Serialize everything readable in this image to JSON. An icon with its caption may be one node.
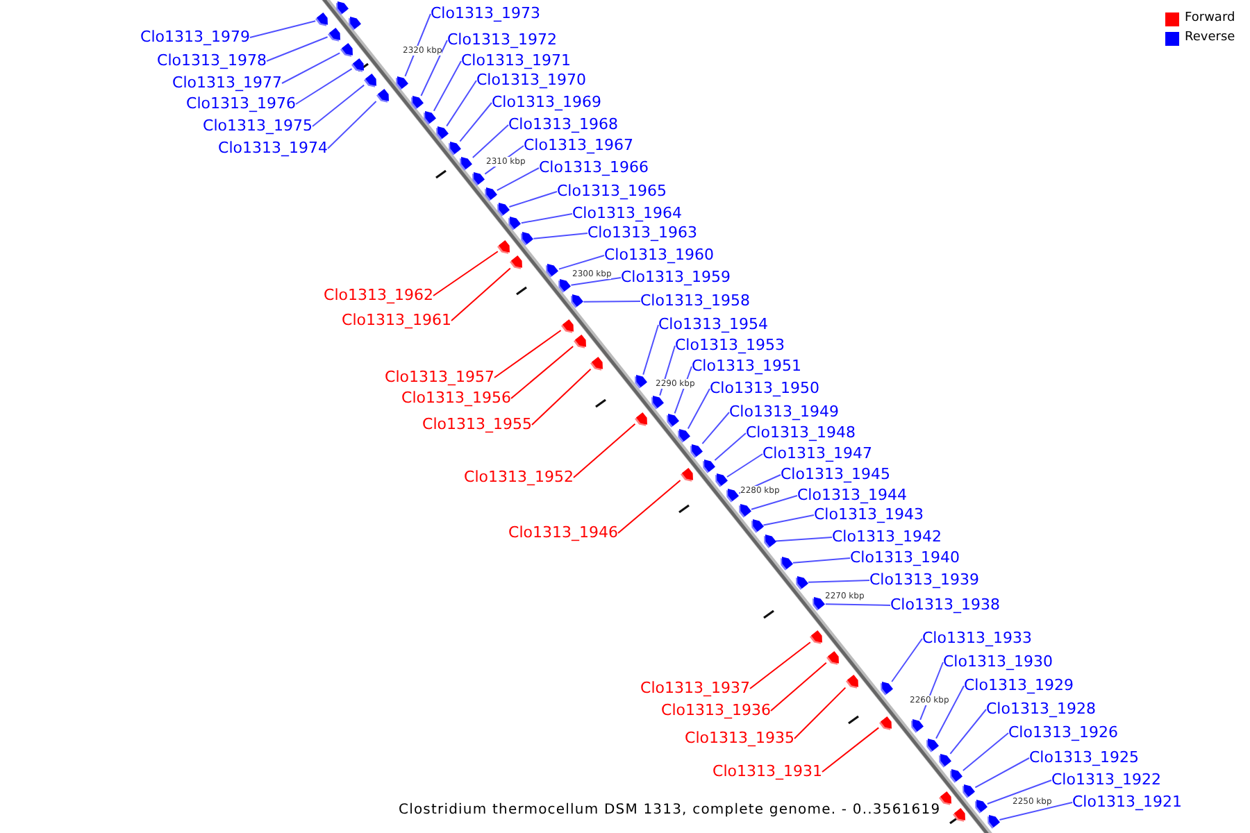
{
  "diagram": {
    "caption": "Clostridium thermocellum DSM 1313, complete genome. - 0..3561619",
    "nodes": [
      {
        "text": [
          "Clo1313_1973"
        ]
      },
      {
        "text": [],
        "shape": "box"
      },
      {
        "text": [
          "Clo1313_1979"
        ]
      },
      {
        "text": [],
        "shape": "box"
      },
      {
        "text": [
          "Clo1313_1972"
        ]
      },
      {
        "text": [],
        "shape": "box"
      },
      {
        "text": [
          "Clo1313_1978"
        ]
      },
      {
        "text": [],
        "shape": "box"
      },
      {
        "text": [
          "Clo1313_1971"
        ]
      },
      {
        "text": [],
        "shape": "box"
      },
      {
        "text": [
          "Clo1313_1970"
        ]
      },
      {
        "text": [],
        "shape": "box"
      },
      {
        "text": [
          "Clo1313_1977"
        ]
      },
      {
        "text": [],
        "shape": "box"
      },
      {
        "text": [
          "Clo1313_1969"
        ]
      },
      {
        "text": [],
        "shape": "box"
      },
      {
        "text": [
          "Clo1313_1976"
        ]
      },
      {
        "text": [],
        "shape": "box"
      },
      {
        "text": [
          "Clo1313_1968"
        ]
      },
      {
        "text": [],
        "shape": "box"
      },
      {
        "text": [
          "Clo1313_1975"
        ]
      },
      {
        "text": [],
        "shape": "box"
      },
      {
        "text": [
          "Clo1313_1967"
        ]
      },
      {
        "text": [],
        "shape": "box"
      },
      {
        "text": [
          "Clo1313_1974"
        ]
      },
      {
        "text": [],
        "shape": "box"
      },
      {
        "text": [
          "Clo1313_1966"
        ]
      },
      {
        "text": [],
        "shape": "box"
      },
      {
        "text": [
          "Clo1313_1965"
        ]
      },
      {
        "text": [],
        "shape": "box"
      },
      {
        "text": [
          "Clo1313_1964"
        ]
      },
      {
        "text": [],
        "shape": "box"
      },
      {
        "text": [
          "Clo1313_1963"
        ]
      },
      {
        "text": [],
        "shape": "box"
      },
      {
        "text": [
          "Clo1313_1960"
        ]
      },
      {
        "text": [],
        "shape": "box"
      },
      {
        "text": [
          "Clo1313_1959"
        ]
      },
      {
        "text": [],
        "shape": "box"
      },
      {
        "text": [
          "Clo1313_1962"
        ]
      },
      {
        "text": [],
        "shape": "box"
      },
      {
        "text": [
          "Clo1313_1958"
        ]
      },
      {
        "text": [],
        "shape": "box"
      },
      {
        "text": [
          "Clo1313_1961"
        ]
      },
      {
        "text": [],
        "shape": "box"
      },
      {
        "text": [
          "Clo1313_1954"
        ]
      },
      {
        "text": [],
        "shape": "box"
      },
      {
        "text": [
          "Clo1313_1953"
        ]
      },
      {
        "text": [],
        "shape": "box"
      },
      {
        "text": [
          "Clo1313_1951"
        ]
      },
      {
        "text": [],
        "shape": "box"
      },
      {
        "text": [
          "Clo1313_1957"
        ]
      },
      {
        "text": [],
        "shape": "box"
      },
      {
        "text": [
          "Clo1313_1950"
        ]
      },
      {
        "text": [],
        "shape": "box"
      },
      {
        "text": [
          "Clo1313_1956"
        ]
      },
      {
        "text": [],
        "shape": "box"
      },
      {
        "text": [
          "Clo1313_1949"
        ]
      },
      {
        "text": [],
        "shape": "box"
      },
      {
        "text": [
          "Clo1313_1955"
        ]
      },
      {
        "text": [],
        "shape": "box"
      },
      {
        "text": [
          "Clo1313_1948"
        ]
      },
      {
        "text": [],
        "shape": "box"
      },
      {
        "text": [
          "Clo1313_1947"
        ]
      },
      {
        "text": [],
        "shape": "box"
      },
      {
        "text": [
          "Clo1313_1945"
        ]
      },
      {
        "text": [],
        "shape": "box"
      },
      {
        "text": [
          "Clo1313_1952"
        ]
      },
      {
        "text": [],
        "shape": "box"
      },
      {
        "text": [
          "Clo1313_1944"
        ]
      },
      {
        "text": [],
        "shape": "box"
      },
      {
        "text": [
          "Clo1313_1943"
        ]
      },
      {
        "text": [],
        "shape": "box"
      },
      {
        "text": [
          "Clo1313_1946"
        ]
      },
      {
        "text": [],
        "shape": "box"
      },
      {
        "text": [
          "Clo1313_1942"
        ]
      },
      {
        "text": [],
        "shape": "box"
      },
      {
        "text": [
          "Clo1313_1940"
        ]
      },
      {
        "text": [],
        "shape": "box"
      },
      {
        "text": [
          "Clo1313_1939"
        ]
      },
      {
        "text": [],
        "shape": "box"
      },
      {
        "text": [
          "Clo1313_1938"
        ]
      },
      {
        "text": [],
        "shape": "box"
      },
      {
        "text": [
          "Clo1313_1933"
        ]
      },
      {
        "text": [],
        "shape": "box"
      },
      {
        "text": [
          "Clo1313_1930"
        ]
      },
      {
        "text": [],
        "shape": "box"
      },
      {
        "text": [
          "Clo1313_1929"
        ]
      },
      {
        "text": [],
        "shape": "box"
      },
      {
        "text": [
          "Clo1313_1937"
        ]
      },
      {
        "text": [],
        "shape": "box"
      },
      {
        "text": [
          "Clo1313_1928"
        ]
      },
      {
        "text": [],
        "shape": "box"
      },
      {
        "text": [
          "Clo1313_1936"
        ]
      },
      {
        "text": [],
        "shape": "box"
      },
      {
        "text": [
          "Clo1313_1926"
        ]
      },
      {
        "text": [],
        "shape": "box"
      },
      {
        "text": [
          "Clo1313_1935"
        ]
      },
      {
        "text": [],
        "shape": "box"
      },
      {
        "text": [
          "Clo1313_1925"
        ]
      },
      {
        "text": [],
        "shape": "box"
      },
      {
        "text": [
          "Clo1313_1931"
        ]
      },
      {
        "text": [],
        "shape": "box"
      },
      {
        "text": [
          "Clo1313_1922"
        ]
      },
      {
        "text": [],
        "shape": "box"
      },
      {
        "text": [
          "Clo1313_1921"
        ]
      },
      {
        "text": [],
        "shape": "box"
      },
      {
        "text": [],
        "shape": "box"
      },
      {
        "text": [],
        "shape": "box"
      },
      {
        "text": [],
        "shape": "box"
      },
      {
        "text": [],
        "shape": "box"
      }
    ],
    "edges": [
      {
        "from": 0,
        "to": 1,
        "arrow": "none"
      },
      {
        "from": 2,
        "to": 3,
        "arrow": "none"
      },
      {
        "from": 4,
        "to": 5,
        "arrow": "none"
      },
      {
        "from": 6,
        "to": 7,
        "arrow": "none"
      },
      {
        "from": 8,
        "to": 9,
        "arrow": "none"
      },
      {
        "from": 10,
        "to": 11,
        "arrow": "none"
      },
      {
        "from": 12,
        "to": 13,
        "arrow": "none"
      },
      {
        "from": 14,
        "to": 15,
        "arrow": "none"
      },
      {
        "from": 16,
        "to": 17,
        "arrow": "none"
      },
      {
        "from": 18,
        "to": 19,
        "arrow": "none"
      },
      {
        "from": 20,
        "to": 21,
        "arrow": "none"
      },
      {
        "from": 22,
        "to": 23,
        "arrow": "none"
      },
      {
        "from": 24,
        "to": 25,
        "arrow": "none"
      },
      {
        "from": 26,
        "to": 27,
        "arrow": "none"
      },
      {
        "from": 28,
        "to": 29,
        "arrow": "none"
      },
      {
        "from": 30,
        "to": 31,
        "arrow": "none"
      },
      {
        "from": 32,
        "to": 33,
        "arrow": "none"
      },
      {
        "from": 34,
        "to": 35,
        "arrow": "none"
      },
      {
        "from": 36,
        "to": 37,
        "arrow": "none"
      },
      {
        "from": 38,
        "to": 39,
        "arrow": "none",
        "color": "#ff0000"
      },
      {
        "from": 40,
        "to": 41,
        "arrow": "none"
      },
      {
        "from": 42,
        "to": 43,
        "arrow": "none",
        "color": "#ff0000"
      },
      {
        "from": 44,
        "to": 45,
        "arrow": "none"
      },
      {
        "from": 46,
        "to": 47,
        "arrow": "none"
      },
      {
        "from": 48,
        "to": 49,
        "arrow": "none"
      },
      {
        "from": 50,
        "to": 51,
        "arrow": "none",
        "color": "#ff0000"
      },
      {
        "from": 52,
        "to": 53,
        "arrow": "none"
      },
      {
        "from": 54,
        "to": 55,
        "arrow": "none",
        "color": "#ff0000"
      },
      {
        "from": 56,
        "to": 57,
        "arrow": "none"
      },
      {
        "from": 58,
        "to": 59,
        "arrow": "none",
        "color": "#ff0000"
      },
      {
        "from": 60,
        "to": 61,
        "arrow": "none"
      },
      {
        "from": 62,
        "to": 63,
        "arrow": "none"
      },
      {
        "from": 64,
        "to": 65,
        "arrow": "none"
      },
      {
        "from": 66,
        "to": 67,
        "arrow": "none",
        "color": "#ff0000"
      },
      {
        "from": 68,
        "to": 69,
        "arrow": "none"
      },
      {
        "from": 70,
        "to": 71,
        "arrow": "none"
      },
      {
        "from": 72,
        "to": 73,
        "arrow": "none",
        "color": "#ff0000"
      },
      {
        "from": 74,
        "to": 75,
        "arrow": "none"
      },
      {
        "from": 76,
        "to": 77,
        "arrow": "none"
      },
      {
        "from": 78,
        "to": 79,
        "arrow": "none"
      },
      {
        "from": 80,
        "to": 81,
        "arrow": "none"
      },
      {
        "from": 82,
        "to": 83,
        "arrow": "none"
      },
      {
        "from": 84,
        "to": 85,
        "arrow": "none"
      },
      {
        "from": 86,
        "to": 87,
        "arrow": "none"
      },
      {
        "from": 88,
        "to": 89,
        "arrow": "none",
        "color": "#ff0000"
      },
      {
        "from": 90,
        "to": 91,
        "arrow": "none"
      },
      {
        "from": 92,
        "to": 93,
        "arrow": "none",
        "color": "#ff0000"
      },
      {
        "from": 94,
        "to": 95,
        "arrow": "none"
      },
      {
        "from": 96,
        "to": 97,
        "arrow": "none",
        "color": "#ff0000"
      },
      {
        "from": 98,
        "to": 99,
        "arrow": "none"
      },
      {
        "from": 100,
        "to": 101,
        "arrow": "none",
        "color": "#ff0000"
      },
      {
        "from": 102,
        "to": 103,
        "arrow": "none"
      },
      {
        "from": 104,
        "to": 105,
        "arrow": "none"
      }
    ],
    "labels": [
      "2320 kbp",
      "2310 kbp",
      "2300 kbp",
      "2290 kbp",
      "2280 kbp",
      "2270 kbp",
      "2260 kbp",
      "2250 kbp"
    ],
    "legend": [
      {
        "text": "Forward",
        "color": "#ff0000"
      },
      {
        "text": "Reverse",
        "color": "#0000ff"
      }
    ]
  }
}
